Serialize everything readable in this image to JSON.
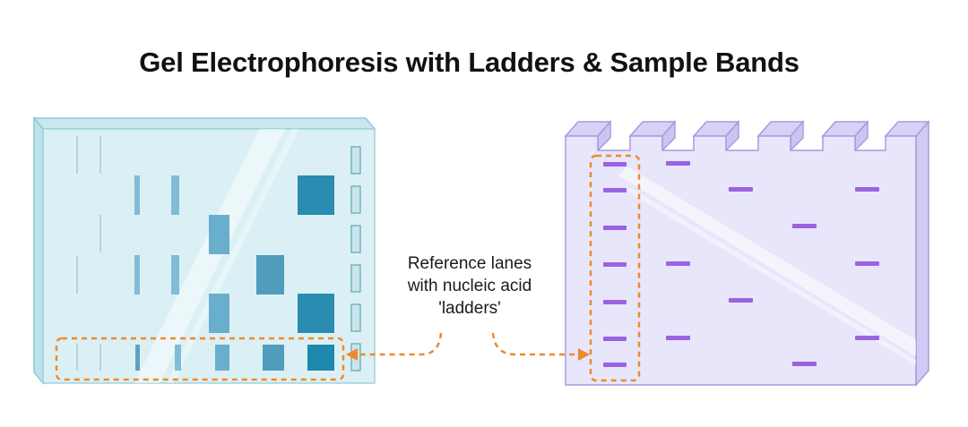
{
  "title": "Gel Electrophoresis with Ladders & Sample Bands",
  "callout": {
    "lines": [
      "Reference lanes",
      "with nucleic acid",
      "'ladders'"
    ]
  },
  "colors": {
    "left_gel_face": "#dbf0f4",
    "left_gel_edge": "#9fd3db",
    "left_band_light": "#7fbdd6",
    "left_band_mid": "#5aa2c2",
    "left_band_dark": "#2a8cb0",
    "right_gel_face": "#e7e6fb",
    "right_gel_edge": "#a79be0",
    "right_band": "#9a63e0",
    "highlight": "#ee8a2b"
  }
}
